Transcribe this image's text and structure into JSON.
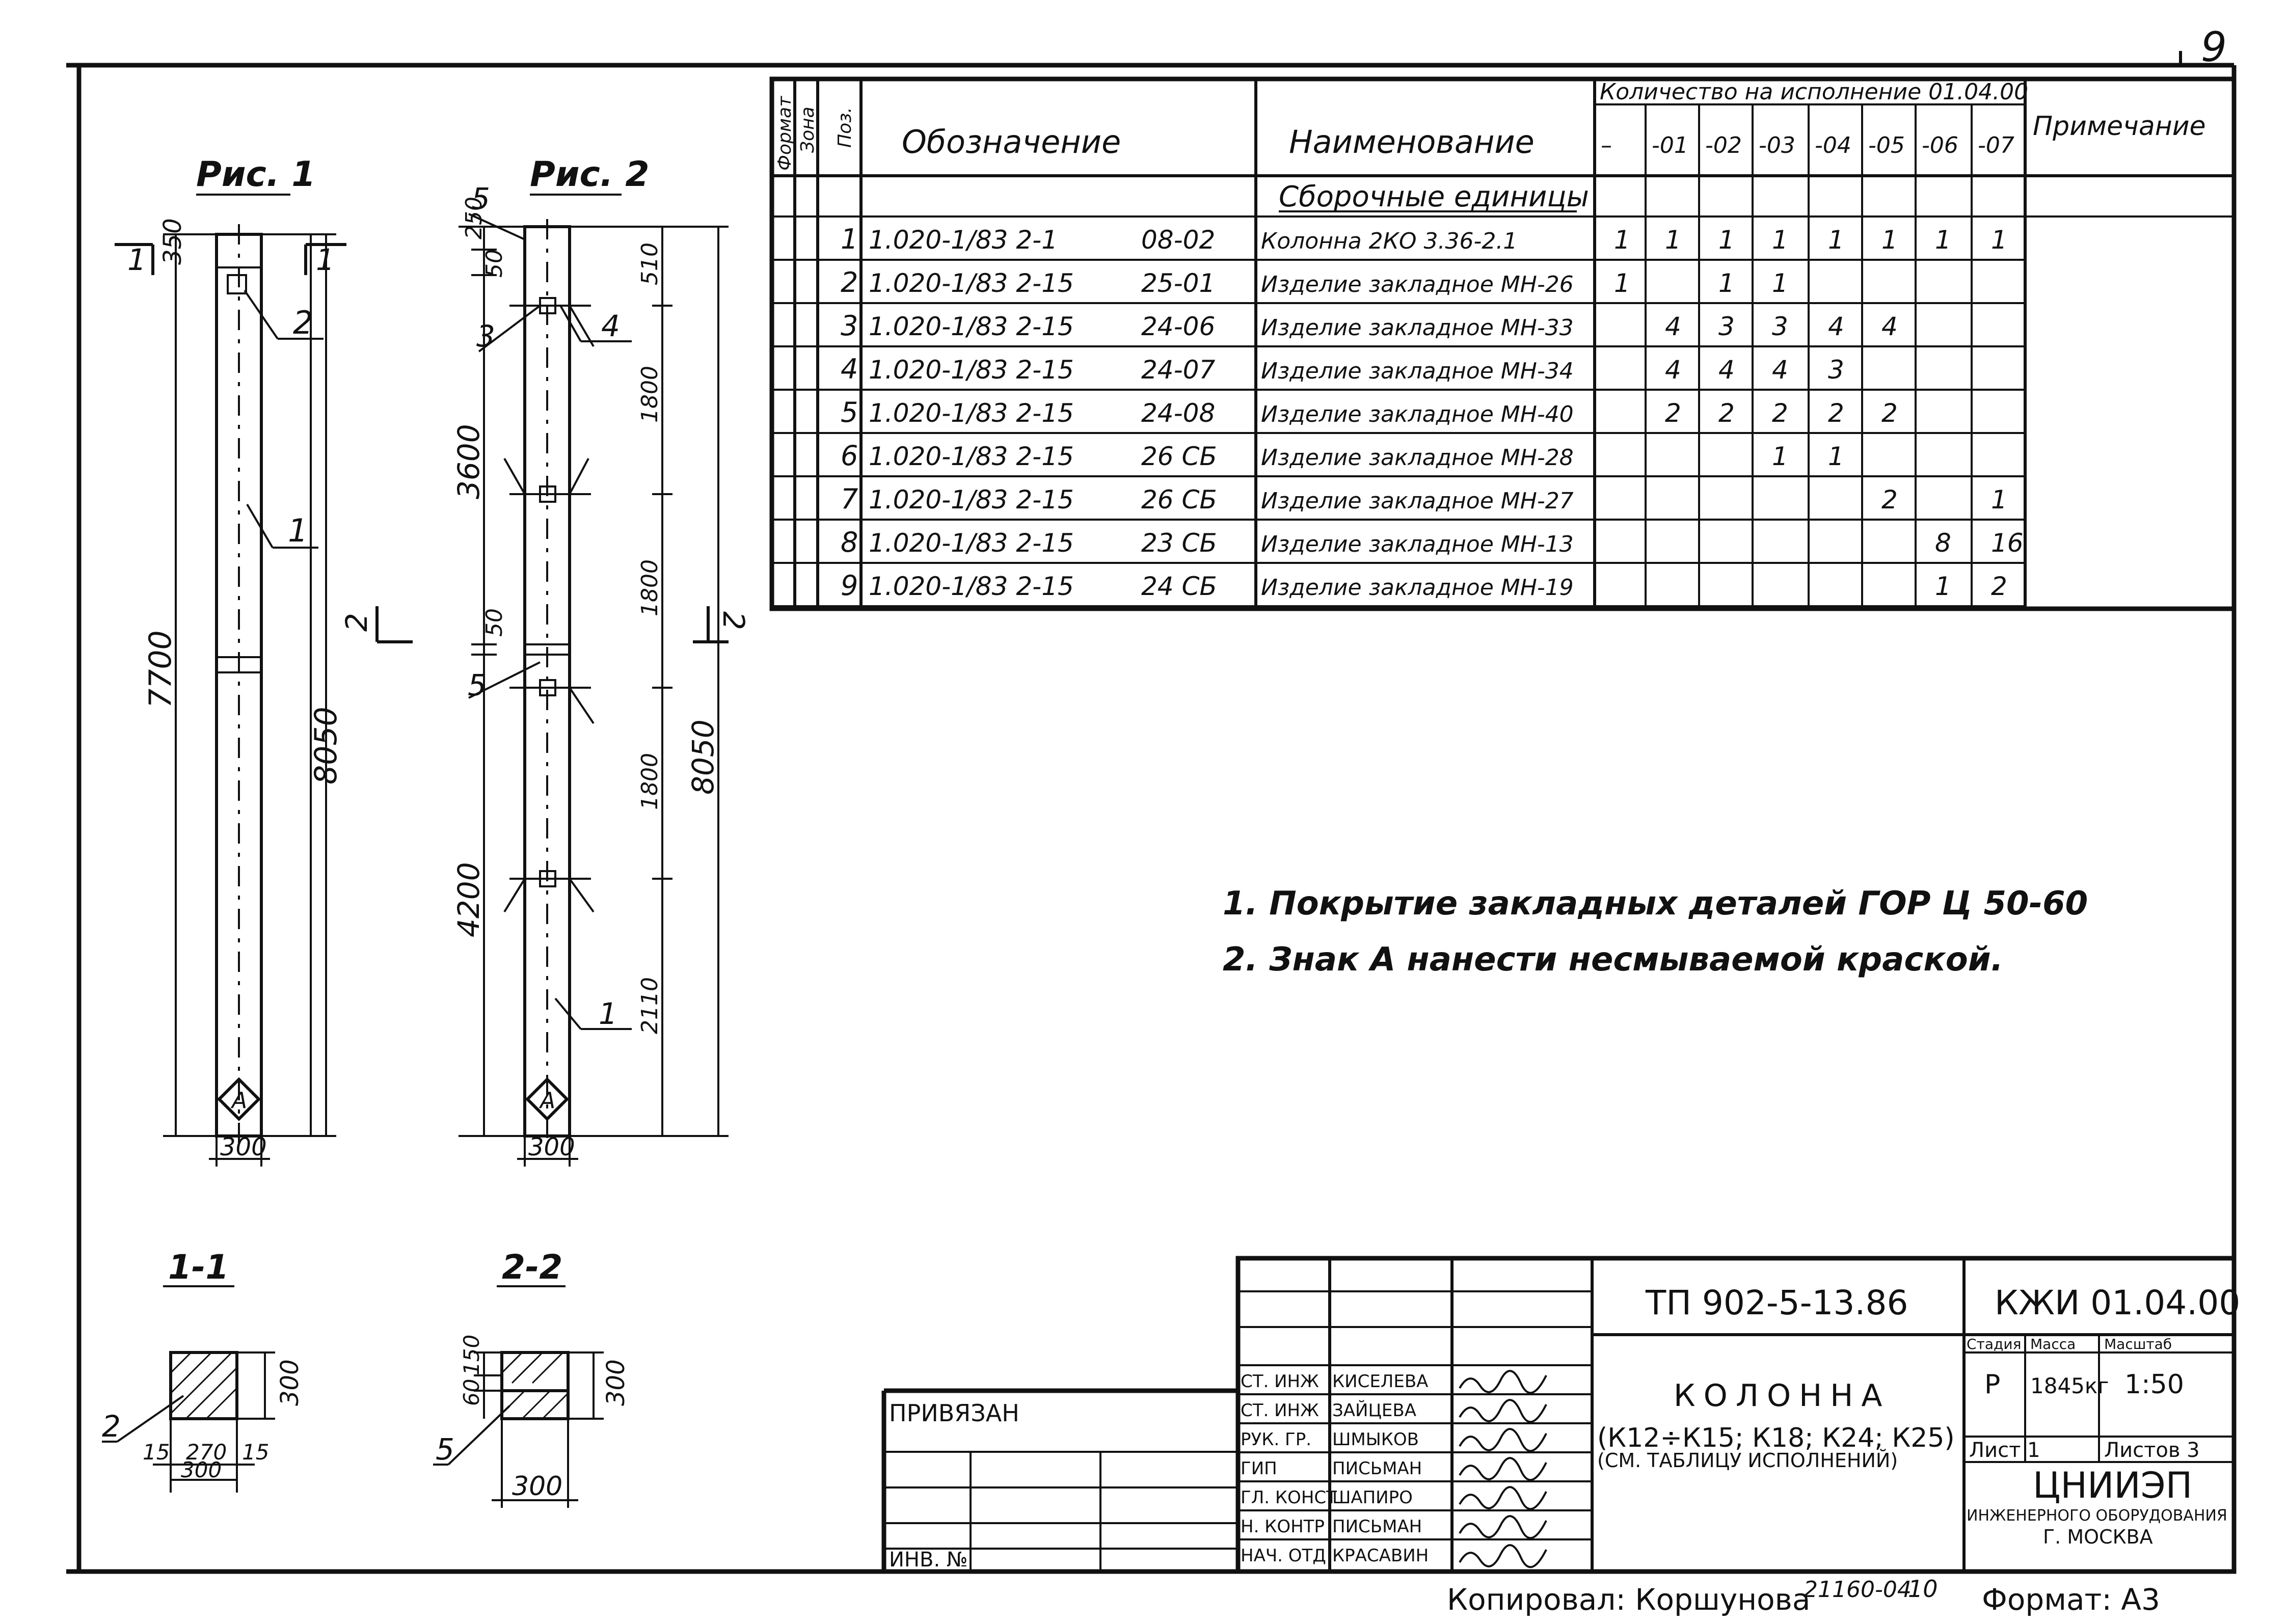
{
  "page_number": "9",
  "figures": {
    "fig1": {
      "title": "Рис. 1",
      "dims": {
        "top": "350",
        "total_left": "7700",
        "total_right": "8050",
        "width": "300"
      },
      "pos_labels": [
        "2",
        "1"
      ],
      "section_marks": [
        "1",
        "1"
      ]
    },
    "fig2": {
      "title": "Рис. 2",
      "dims_left": [
        "250",
        "50",
        "3600",
        "50",
        "4200"
      ],
      "dims_right": [
        "510",
        "1800",
        "1800",
        "1800",
        "2110"
      ],
      "total_right": "8050",
      "width": "300",
      "pos_labels": [
        "5",
        "3",
        "4",
        "5",
        "1"
      ],
      "section_marks": [
        "2",
        "2"
      ]
    },
    "section_1_1": {
      "title": "1-1",
      "dims": [
        "300",
        "15",
        "270",
        "15",
        "300"
      ],
      "pos_label": "2"
    },
    "section_2_2": {
      "title": "2-2",
      "dims_left": [
        "60",
        "150"
      ],
      "dims": [
        "300",
        "300"
      ],
      "pos_label": "5"
    }
  },
  "spec_table": {
    "header": {
      "format": "Формат",
      "zone": "Зона",
      "pos": "Поз.",
      "designation": "Обозначение",
      "name": "Наименование",
      "qty_group": "Количество на исполнение 01.04.00",
      "variants": [
        "–",
        "-01",
        "-02",
        "-03",
        "-04",
        "-05",
        "-06",
        "-07"
      ],
      "note": "Примечание"
    },
    "section_title": "Сборочные единицы",
    "rows": [
      {
        "pos": "1",
        "code": "1.020-1/83 2-1",
        "sheet": "08-02",
        "name": "Колонна 2КО 3.36-2.1",
        "qty": [
          "1",
          "1",
          "1",
          "1",
          "1",
          "1",
          "1",
          "1"
        ]
      },
      {
        "pos": "2",
        "code": "1.020-1/83 2-15",
        "sheet": "25-01",
        "name": "Изделие закладное МН-26",
        "qty": [
          "1",
          "",
          "1",
          "1",
          "",
          "",
          "",
          ""
        ]
      },
      {
        "pos": "3",
        "code": "1.020-1/83 2-15",
        "sheet": "24-06",
        "name": "Изделие закладное МН-33",
        "qty": [
          "",
          "4",
          "3",
          "3",
          "4",
          "4",
          "",
          ""
        ]
      },
      {
        "pos": "4",
        "code": "1.020-1/83 2-15",
        "sheet": "24-07",
        "name": "Изделие закладное МН-34",
        "qty": [
          "",
          "4",
          "4",
          "4",
          "3",
          "",
          "",
          ""
        ]
      },
      {
        "pos": "5",
        "code": "1.020-1/83 2-15",
        "sheet": "24-08",
        "name": "Изделие закладное МН-40",
        "qty": [
          "",
          "2",
          "2",
          "2",
          "2",
          "2",
          "",
          ""
        ]
      },
      {
        "pos": "6",
        "code": "1.020-1/83 2-15",
        "sheet": "26 СБ",
        "name": "Изделие закладное МН-28",
        "qty": [
          "",
          "",
          "",
          "1",
          "1",
          "",
          "",
          ""
        ]
      },
      {
        "pos": "7",
        "code": "1.020-1/83 2-15",
        "sheet": "26 СБ",
        "name": "Изделие закладное МН-27",
        "qty": [
          "",
          "",
          "",
          "",
          "",
          "2",
          "",
          "1"
        ]
      },
      {
        "pos": "8",
        "code": "1.020-1/83 2-15",
        "sheet": "23 СБ",
        "name": "Изделие закладное МН-13",
        "qty": [
          "",
          "",
          "",
          "",
          "",
          "",
          "8",
          "16"
        ]
      },
      {
        "pos": "9",
        "code": "1.020-1/83 2-15",
        "sheet": "24 СБ",
        "name": "Изделие закладное МН-19",
        "qty": [
          "",
          "",
          "",
          "",
          "",
          "",
          "1",
          "2"
        ]
      }
    ]
  },
  "notes": [
    "1. Покрытие закладных деталей ГОР Ц 50-60",
    "2. Знак A нанести несмываемой краской."
  ],
  "title_block": {
    "doc_code": "ТП 902-5-13.86",
    "sheet_code": "КЖИ 01.04.00",
    "object_name": "КОЛОННА",
    "object_detail": "(К12÷К15; К18; К24; К25)",
    "object_note": "(СМ. ТАБЛИЦУ ИСПОЛНЕНИЙ)",
    "stage_label": "Стадия",
    "mass_label": "Масса",
    "scale_label": "Масштаб",
    "stage": "Р",
    "mass": "1845кг",
    "scale": "1:50",
    "sheet_label": "Лист 1",
    "sheets_label": "Листов 3",
    "org_name": "ЦНИИЭП",
    "org_sub": "ИНЖЕНЕРНОГО ОБОРУДОВАНИЯ",
    "org_city": "Г. МОСКВА",
    "privyazan": "ПРИВЯЗАН",
    "inv": "ИНВ. №",
    "signatures": [
      {
        "role": "СТ. ИНЖ",
        "name": "КИСЕЛЕВА"
      },
      {
        "role": "СТ. ИНЖ",
        "name": "ЗАЙЦЕВА"
      },
      {
        "role": "РУК. ГР.",
        "name": "ШМЫКОВ"
      },
      {
        "role": "ГИП",
        "name": "ПИСЬМАН"
      },
      {
        "role": "ГЛ. КОНСТ",
        "name": "ШАПИРО"
      },
      {
        "role": "Н. КОНТР",
        "name": "ПИСЬМАН"
      },
      {
        "role": "НАЧ. ОТД",
        "name": "КРАСАВИН"
      }
    ]
  },
  "footer": {
    "copied": "Копировал: Коршунова",
    "number": "21160-04",
    "num2": "10",
    "format": "Формат: А3"
  }
}
